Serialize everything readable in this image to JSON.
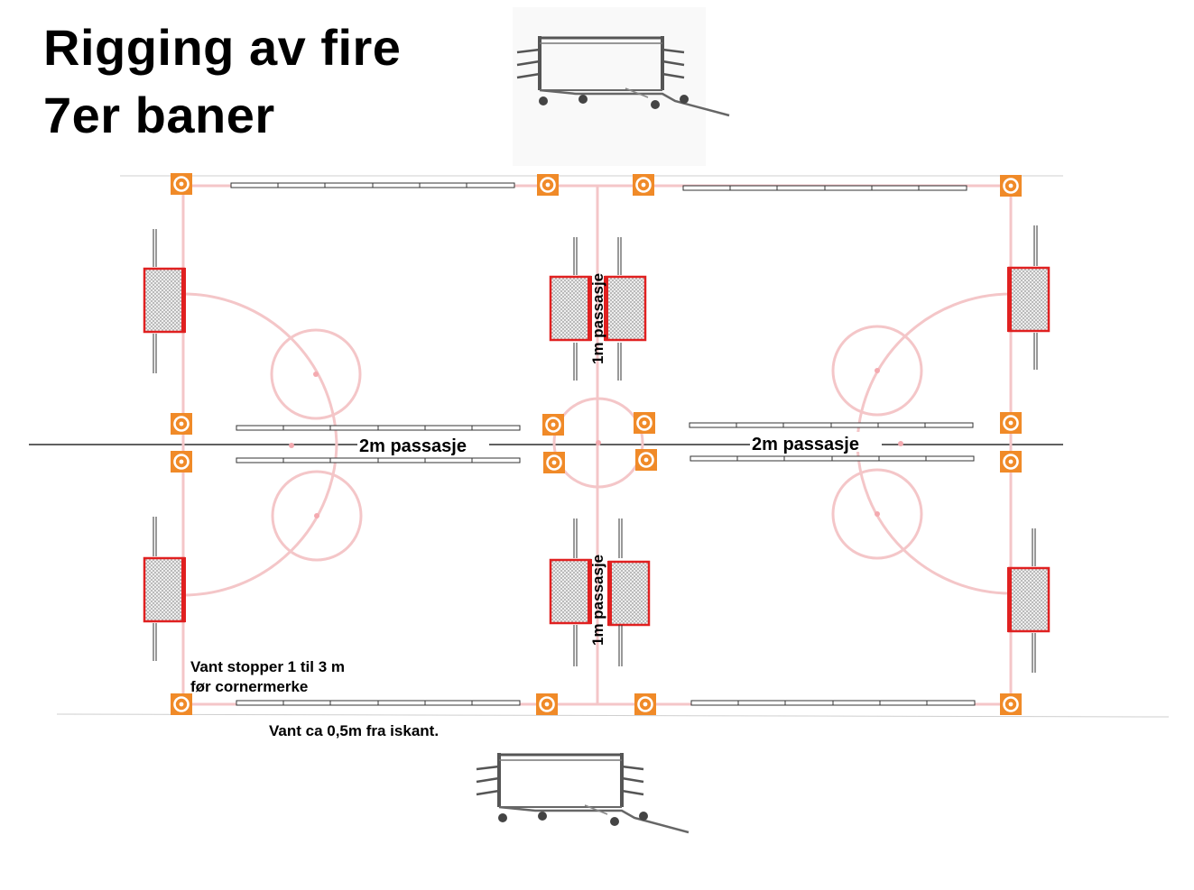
{
  "title": {
    "line1": "Rigging av fire",
    "line2": "7er baner"
  },
  "labels": {
    "passage_2m_left": "2m passasje",
    "passage_2m_right": "2m passasje",
    "passage_1m_top": "1m passasje",
    "passage_1m_bottom": "1m passasje",
    "boards_stop_line1": "Vant stopper 1 til 3 m",
    "boards_stop_line2": "før cornermerke",
    "boards_from_edge": "Vant ca 0,5m fra iskant."
  },
  "colors": {
    "rink_line": "#f4c6c8",
    "goal_frame": "#e02020",
    "corner_marker": "#f08a28",
    "cart": "#555555",
    "text": "#000000"
  },
  "icons": {
    "corner_marker": "orange-square-ring-icon",
    "goal": "hockey-goal-icon",
    "cart": "goal-transport-cart-icon"
  }
}
